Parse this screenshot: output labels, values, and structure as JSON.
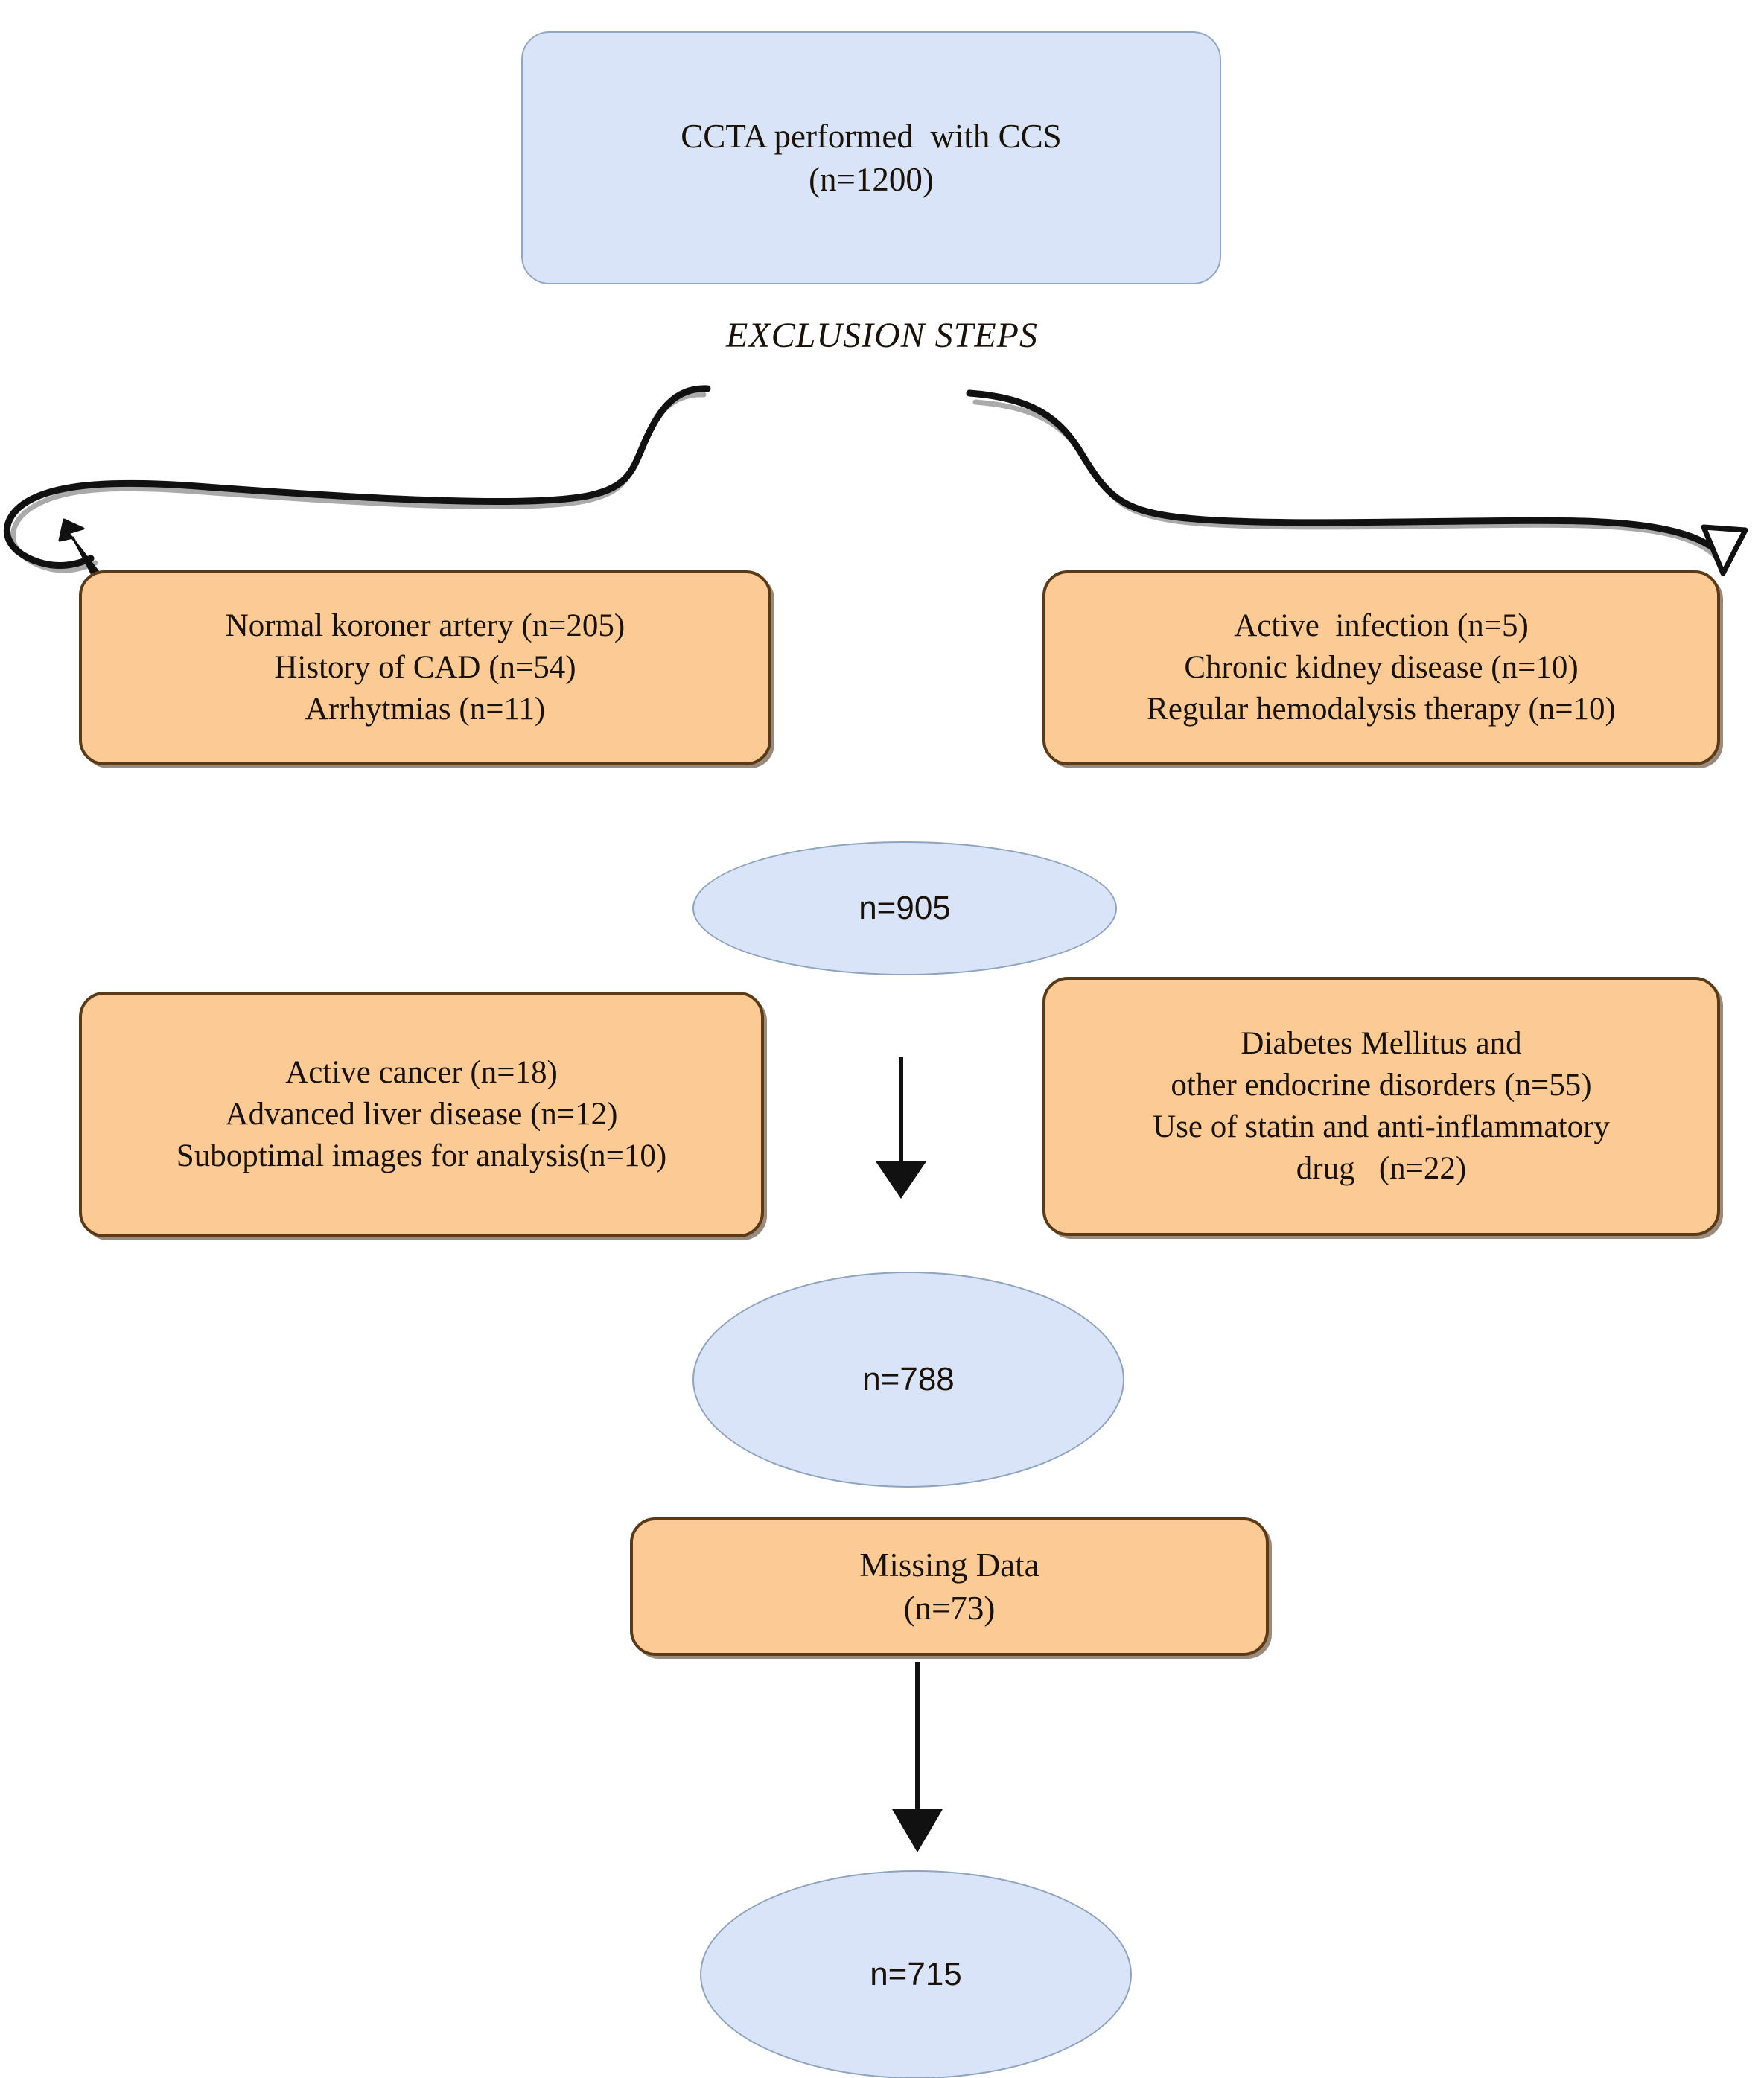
{
  "diagram": {
    "title_label": "EXCLUSION STEPS",
    "colors": {
      "blue_fill": "#d9e4f8",
      "blue_stroke": "#93a7c4",
      "orange_fill": "#fccb95",
      "orange_stroke": "#5b3a18",
      "arrow_stroke": "#111111",
      "text": "#1a1208"
    },
    "nodes": {
      "top_box": {
        "lines": [
          "CCTA performed  with CCS",
          "(n=1200)"
        ]
      },
      "exclusion_left_1": {
        "lines": [
          "Normal koroner artery (n=205)",
          "History of CAD (n=54)",
          "Arrhytmias (n=11)"
        ]
      },
      "exclusion_right_1": {
        "lines": [
          "Active  infection (n=5)",
          "Chronic kidney disease (n=10)",
          "Regular hemodalysis therapy (n=10)"
        ]
      },
      "count_905": {
        "label": "n=905"
      },
      "exclusion_left_2": {
        "lines": [
          "Active cancer (n=18)",
          "Advanced liver disease (n=12)",
          "Suboptimal images for analysis(n=10)"
        ]
      },
      "exclusion_right_2": {
        "lines": [
          "Diabetes Mellitus and",
          "other endocrine disorders (n=55)",
          "Use of statin and anti-inflammatory",
          "drug   (n=22)"
        ]
      },
      "count_788": {
        "label": "n=788"
      },
      "missing_data": {
        "lines": [
          "Missing Data",
          "(n=73)"
        ]
      },
      "count_715": {
        "label": "n=715"
      }
    }
  }
}
